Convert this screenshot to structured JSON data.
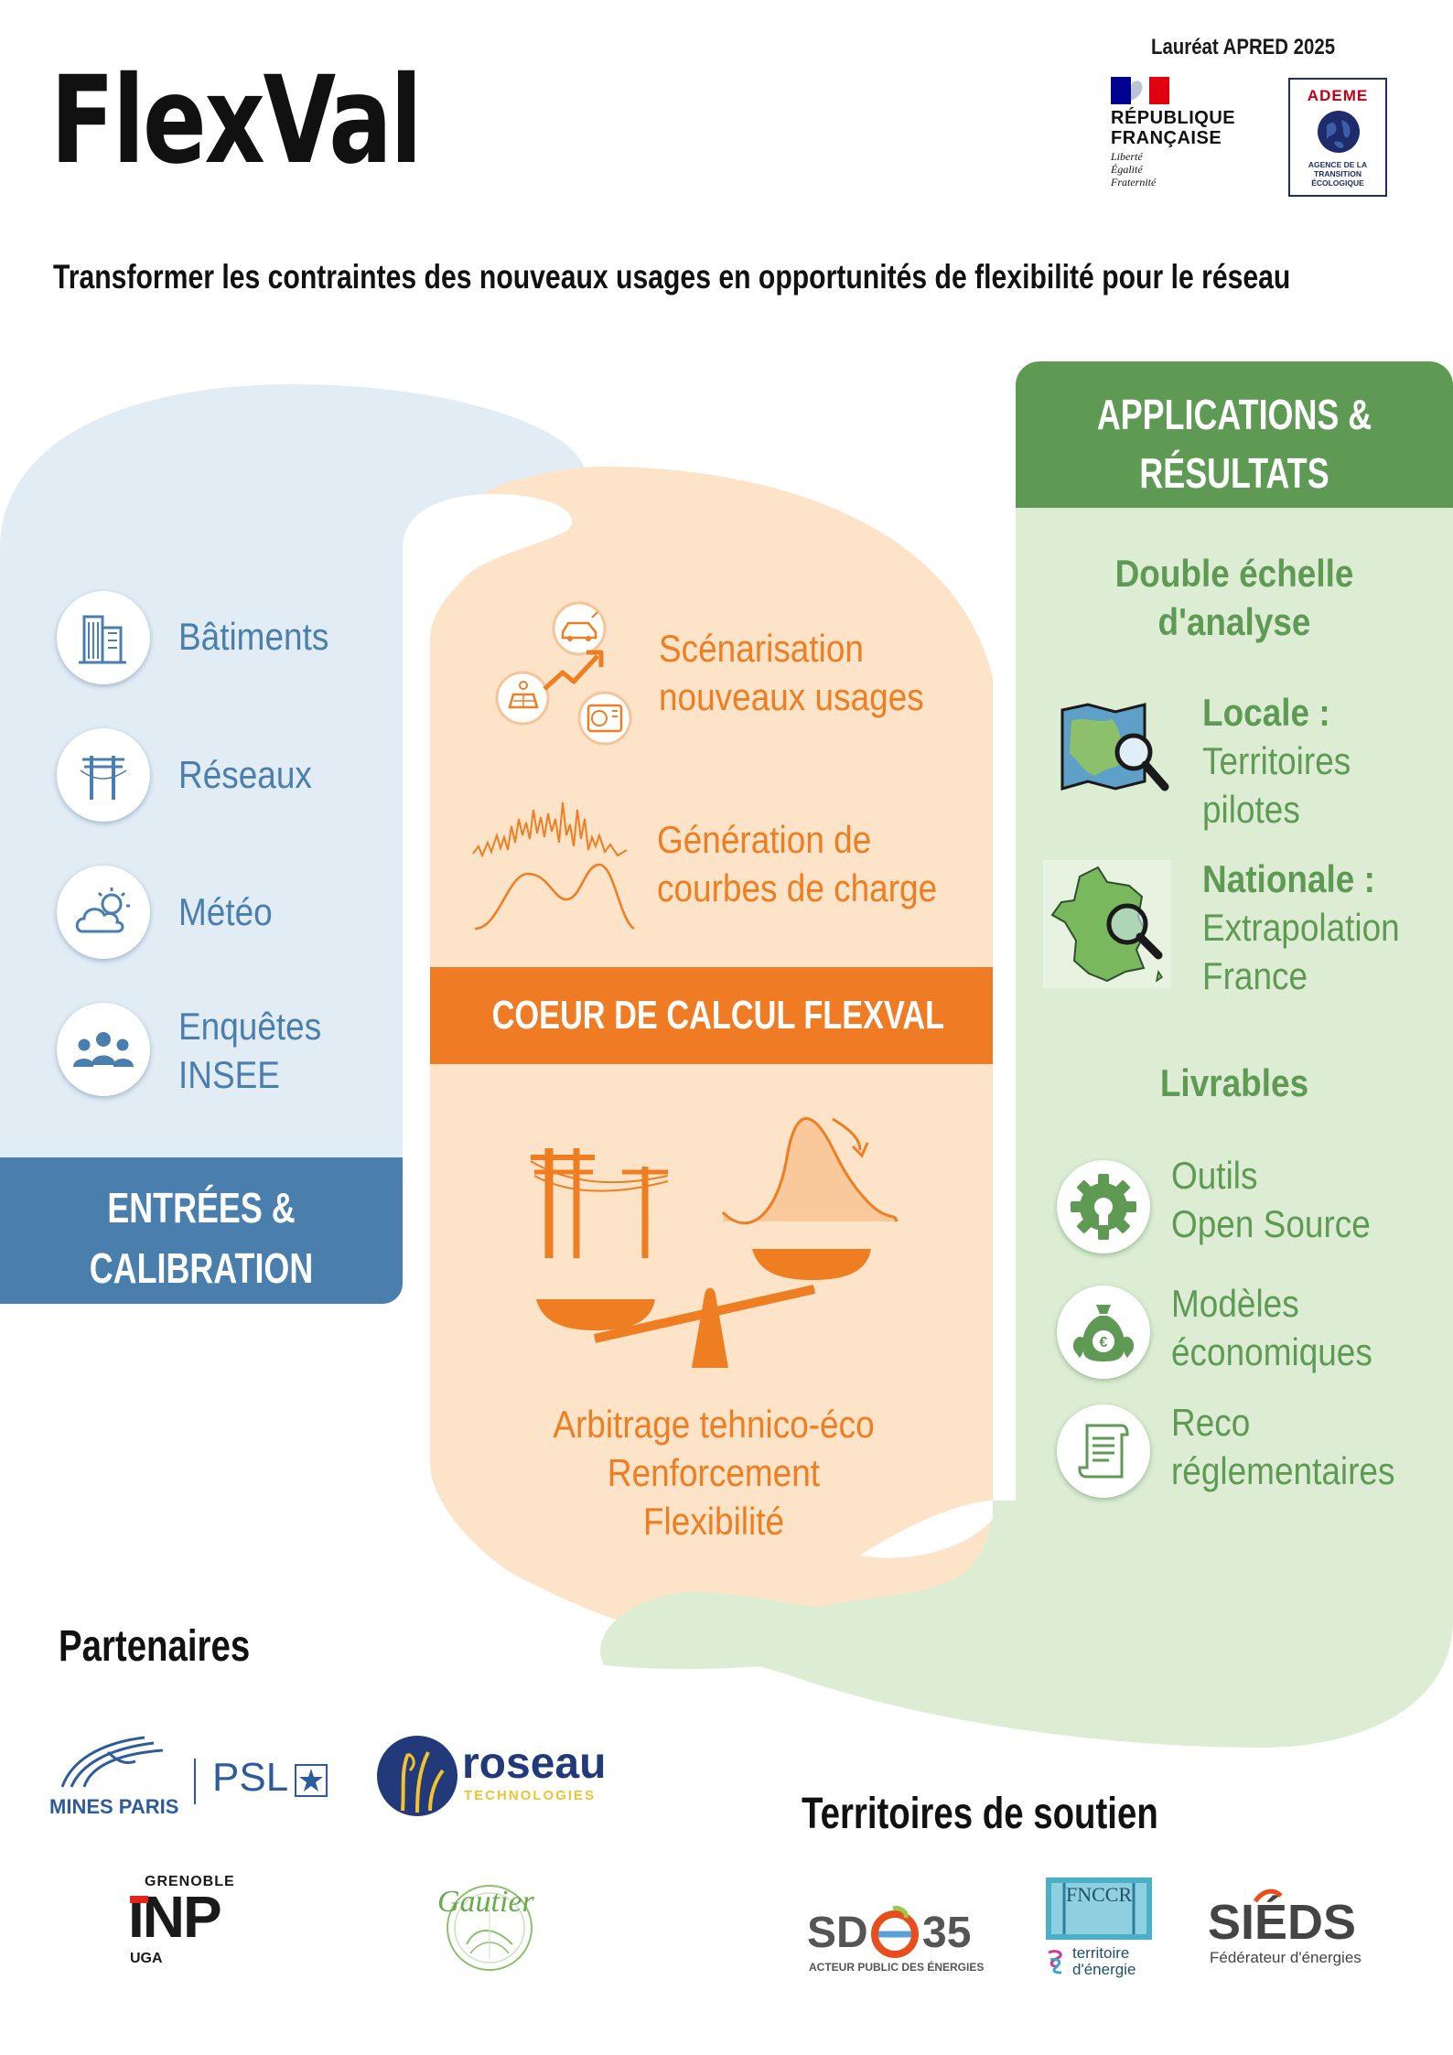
{
  "header": {
    "title": "FlexVal",
    "laureat": "Lauréat APRED 2025",
    "subtitle": "Transformer les contraintes des nouveaux usages en opportunités de flexibilité pour le réseau"
  },
  "logos": {
    "rf": {
      "name_line1": "RÉPUBLIQUE",
      "name_line2": "FRANÇAISE",
      "motto1": "Liberté",
      "motto2": "Égalité",
      "motto3": "Fraternité"
    },
    "ademe": {
      "name": "ADEME",
      "sub1": "AGENCE DE LA",
      "sub2": "TRANSITION",
      "sub3": "ÉCOLOGIQUE"
    }
  },
  "inputs": {
    "heading_line1": "ENTRÉES &",
    "heading_line2": "CALIBRATION",
    "items": [
      {
        "label": "Bâtiments",
        "icon": "building-icon"
      },
      {
        "label": "Réseaux",
        "icon": "power-pole-icon"
      },
      {
        "label": "Météo",
        "icon": "cloud-sun-icon"
      },
      {
        "label": "Enquêtes",
        "label2": "INSEE",
        "icon": "people-icon"
      }
    ]
  },
  "core": {
    "scenario_line1": "Scénarisation",
    "scenario_line2": "nouveaux usages",
    "generation_line1": "Génération de",
    "generation_line2": "courbes de charge",
    "band": "COEUR DE CALCUL FLEXVAL",
    "arbitrage_line1": "Arbitrage tehnico-éco",
    "arbitrage_line2": "Renforcement",
    "arbitrage_line3": "Flexibilité"
  },
  "outputs": {
    "heading_line1": "APPLICATIONS &",
    "heading_line2": "RÉSULTATS",
    "double_line1": "Double échelle",
    "double_line2": "d'analyse",
    "locale_title": "Locale :",
    "locale_line1": "Territoires",
    "locale_line2": "pilotes",
    "nationale_title": "Nationale :",
    "nationale_line1": "Extrapolation",
    "nationale_line2": "France",
    "livrables": "Livrables",
    "items": [
      {
        "line1": "Outils",
        "line2": "Open Source",
        "icon": "gear-icon"
      },
      {
        "line1": "Modèles",
        "line2": "économiques",
        "icon": "money-bag-icon"
      },
      {
        "line1": "Reco",
        "line2": "réglementaires",
        "icon": "scroll-icon"
      }
    ]
  },
  "partners": {
    "heading": "Partenaires",
    "mines": "MINES PARIS",
    "psl": "PSL",
    "roseau": "roseau",
    "roseau_sub": "TECHNOLOGIES",
    "grenoble": "GRENOBLE",
    "inp": "INP",
    "uga": "UGA",
    "gautier": "Gautier"
  },
  "territories": {
    "heading": "Territoires de soutien",
    "sde35": "SD",
    "sde35_num": "35",
    "sde35_sub": "ACTEUR PUBLIC DES ÉNERGIES",
    "fnccr": "FNCCR",
    "fnccr_sub1": "territoire",
    "fnccr_sub2": "d'énergie",
    "sieds": "SIÉDS",
    "sieds_sub": "Fédérateur d'énergies"
  },
  "colors": {
    "blue": "#4a7fad",
    "blue_light": "#e2ecf5",
    "orange": "#ef7d22",
    "orange_light": "#fde3c8",
    "green": "#5f9a55",
    "green_light": "#dcedd3"
  }
}
